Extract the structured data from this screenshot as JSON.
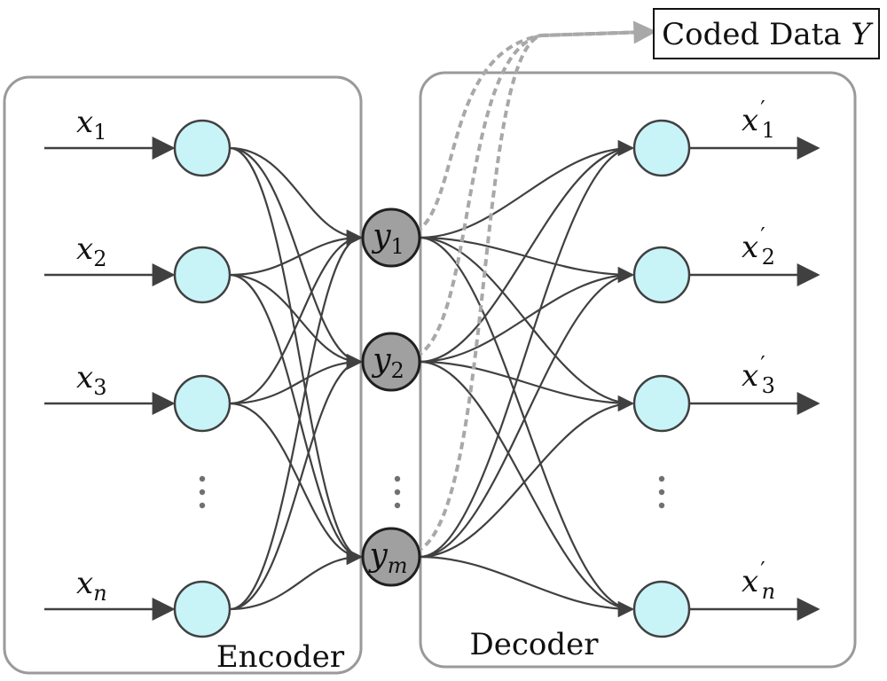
{
  "encoder": {
    "label": "Encoder",
    "inputs": [
      {
        "var": "x",
        "sub": "1"
      },
      {
        "var": "x",
        "sub": "2"
      },
      {
        "var": "x",
        "sub": "3"
      },
      {
        "var": "x",
        "sub": "n"
      }
    ]
  },
  "code_layer": {
    "nodes": [
      {
        "var": "y",
        "sub": "1"
      },
      {
        "var": "y",
        "sub": "2"
      },
      {
        "var": "y",
        "sub": "m"
      }
    ]
  },
  "decoder": {
    "label": "Decoder",
    "outputs": [
      {
        "var": "x",
        "prime": "′",
        "sub": "1"
      },
      {
        "var": "x",
        "prime": "′",
        "sub": "2"
      },
      {
        "var": "x",
        "prime": "′",
        "sub": "3"
      },
      {
        "var": "x",
        "prime": "′",
        "sub": "n"
      }
    ]
  },
  "coded_data": {
    "label": "Coded Data ",
    "var": "Y"
  },
  "colors": {
    "io_node_fill": "#c8f4f8",
    "code_node_fill": "#a0a0a0",
    "edge": "#404040",
    "box_border": "#9a9a9a"
  }
}
